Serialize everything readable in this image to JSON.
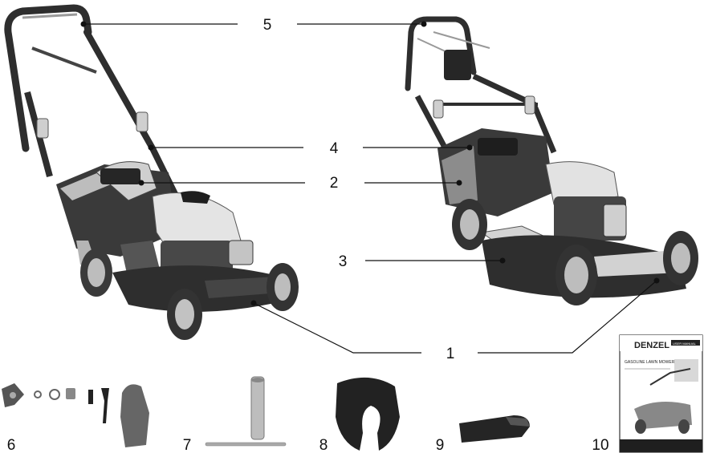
{
  "callouts": [
    {
      "id": "1",
      "label": "1"
    },
    {
      "id": "2",
      "label": "2"
    },
    {
      "id": "3",
      "label": "3"
    },
    {
      "id": "4",
      "label": "4"
    },
    {
      "id": "5",
      "label": "5"
    }
  ],
  "parts": [
    {
      "id": "6",
      "label": "6"
    },
    {
      "id": "7",
      "label": "7"
    },
    {
      "id": "8",
      "label": "8"
    },
    {
      "id": "9",
      "label": "9"
    },
    {
      "id": "10",
      "label": "10"
    }
  ],
  "manual": {
    "brand": "DENZEL",
    "header_tag": "USER MANUAL",
    "title": "GASOLINE LAWN MOWER"
  }
}
